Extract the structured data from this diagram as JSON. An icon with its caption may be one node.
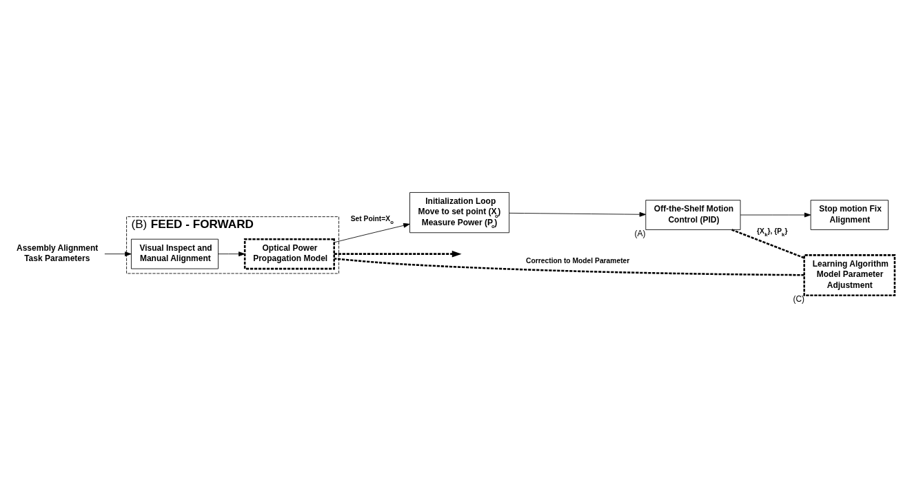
{
  "diagram": {
    "nodes": [
      {
        "text": [
          "(B) **FEED - FORWARD**"
        ]
      },
      {
        "text": [
          "Visual Inspect and Manual Alignment"
        ],
        "in": 0
      },
      {
        "text": [
          "Optical Power Propagation Model"
        ],
        "in": 0
      },
      {
        "text": [
          "Initialization Loop Move to set point (X$_{o}$) Measure Power (P$_{o}$)"
        ]
      },
      {
        "text": [
          "Off-the-Shelf Motion Control (PID)"
        ],
        "beside": [
          "(A)"
        ]
      },
      {
        "text": [
          "Stop motion Fix Alignment"
        ]
      },
      {
        "text": [
          "Learning Algorithm Model Parameter Adjustment"
        ],
        "beside": [
          "(C)"
        ]
      },
      {
        "text": [
          "Assembly Alignment Task Parameters"
        ]
      }
    ],
    "edges": [
      {
        "from": 7,
        "to": 1,
        "arrow": "to"
      },
      {
        "from": 1,
        "to": 2,
        "arrow": "to"
      },
      {
        "from": 2,
        "to": 3,
        "arrow": "to",
        "label": "Set Point=X$_{o}$"
      },
      {
        "from": 3,
        "to": 4,
        "arrow": "to"
      },
      {
        "from": 4,
        "to": 5,
        "arrow": "to"
      },
      {
        "from": 4,
        "to": 6,
        "arrow": "none",
        "style": "dashed",
        "label": "{X$_{k}$}, {P$_{k}$}"
      },
      {
        "from": 6,
        "to": 2,
        "arrow": "none",
        "style": "dashed",
        "label": "Correction to Model Parameter"
      },
      {
        "from": 2,
        "to": null,
        "arrow": "to",
        "style": "dashed"
      }
    ]
  }
}
